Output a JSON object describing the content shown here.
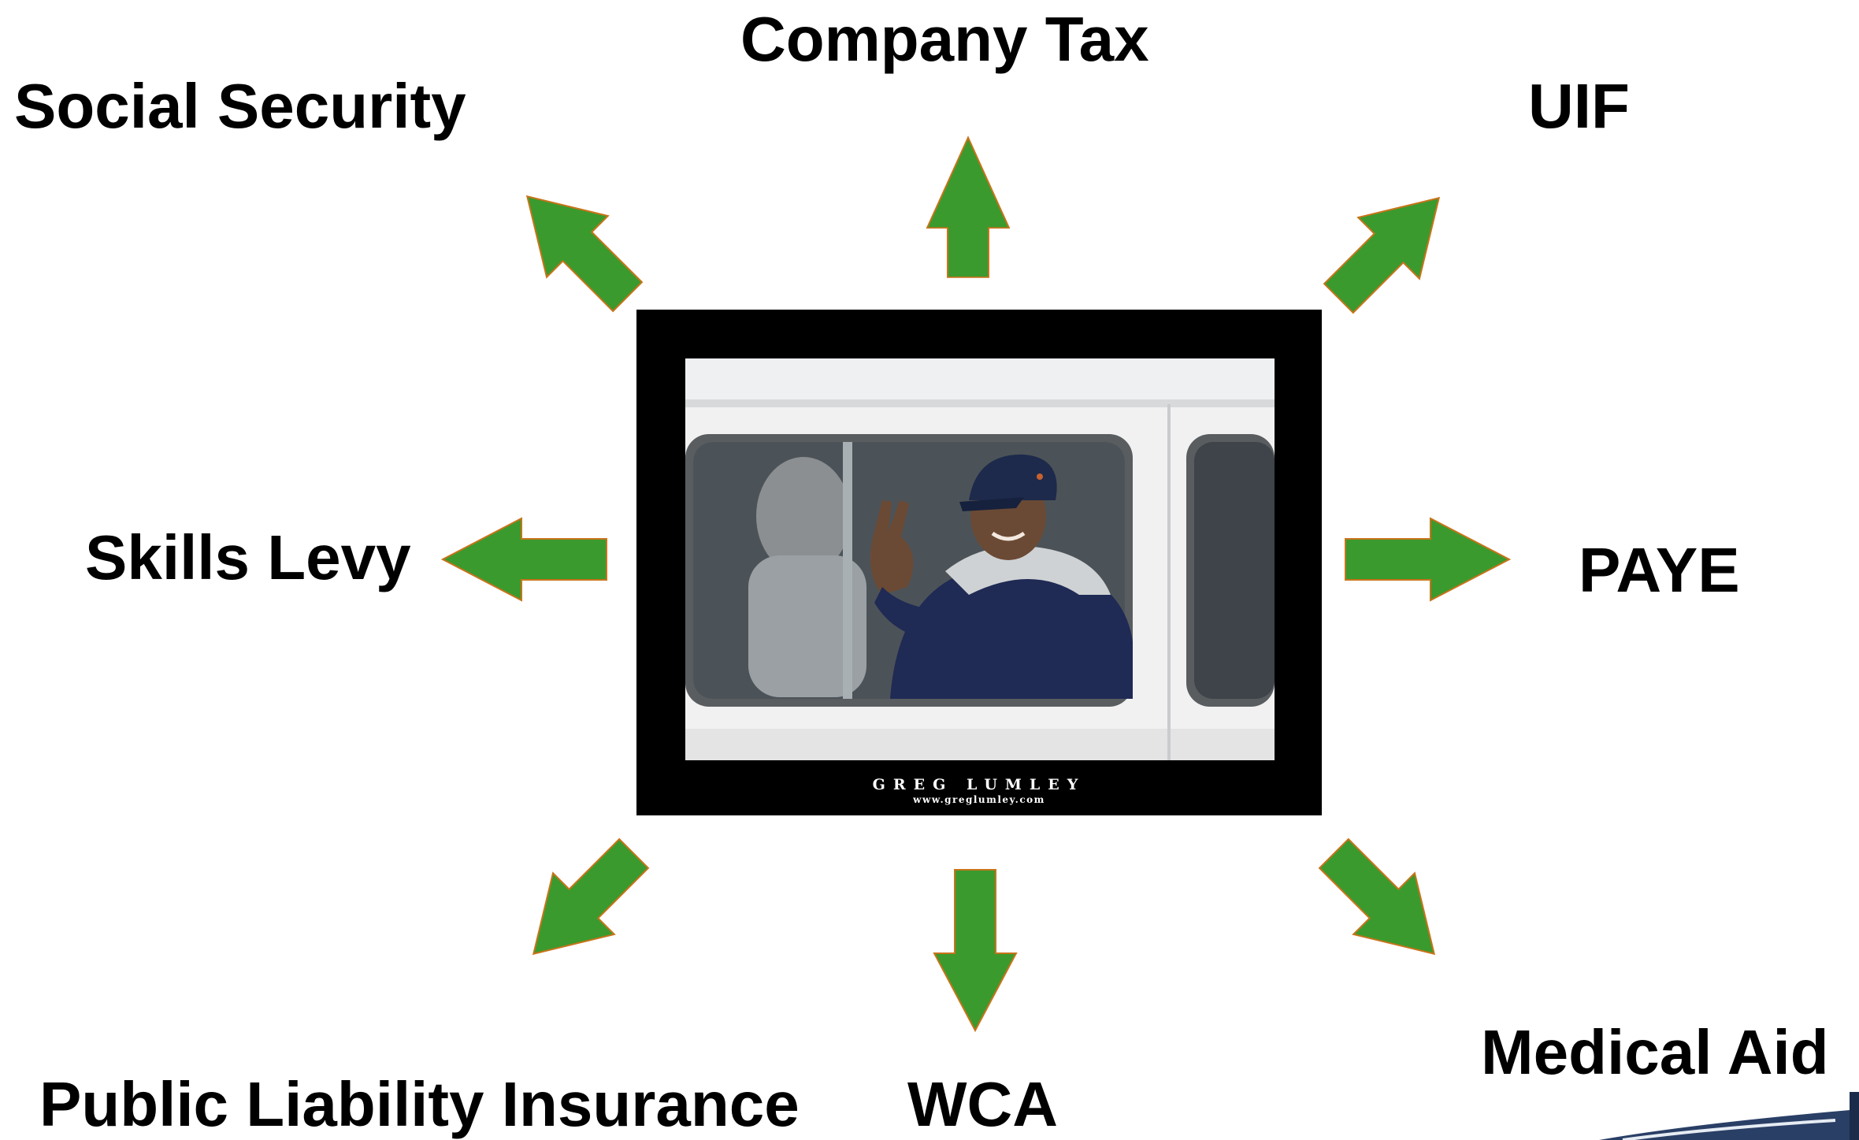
{
  "labels": {
    "company_tax": "Company Tax",
    "social_security": "Social Security",
    "uif": "UIF",
    "skills_levy": "Skills Levy",
    "paye": "PAYE",
    "medical_aid": "Medical Aid",
    "public_liability_insurance": "Public Liability Insurance",
    "wca": "WCA"
  },
  "photo": {
    "credit": "GREG LUMLEY",
    "url": "www.greglumley.com"
  },
  "colors": {
    "arrow_fill": "#3a9a2e",
    "arrow_outline": "#c8741a",
    "frame": "#000000",
    "text": "#000000"
  },
  "icons": {
    "arrow": "arrow-icon",
    "photo": "photo-man-waving-from-vehicle"
  }
}
